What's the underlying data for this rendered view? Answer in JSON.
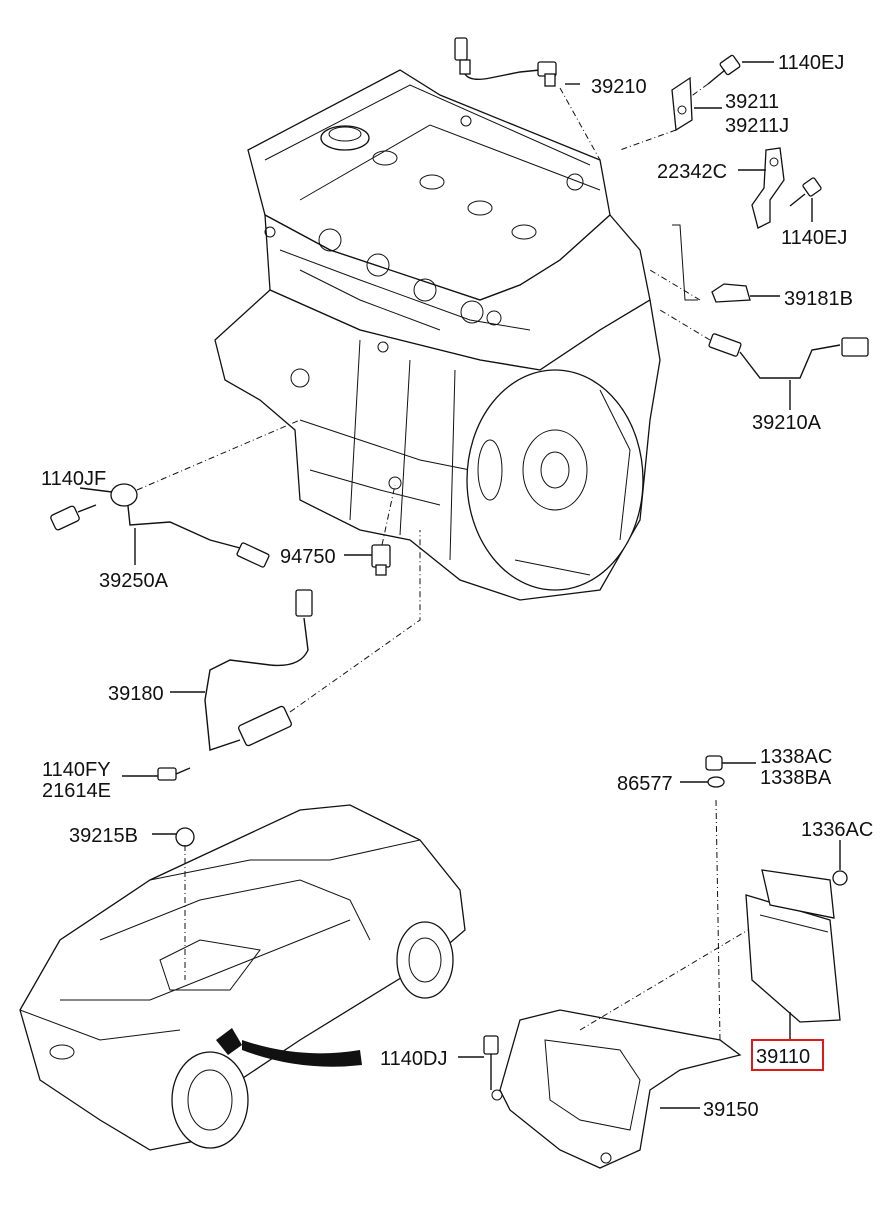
{
  "labels": {
    "p_39210": "39210",
    "p_1140EJ_top": "1140EJ",
    "p_39211": "39211",
    "p_39211J": "39211J",
    "p_22342C": "22342C",
    "p_1140EJ_mid": "1140EJ",
    "p_39181B": "39181B",
    "p_39210A": "39210A",
    "p_1140JF": "1140JF",
    "p_39250A": "39250A",
    "p_94750": "94750",
    "p_39180": "39180",
    "p_1140FY": "1140FY",
    "p_21614E": "21614E",
    "p_1338AC": "1338AC",
    "p_1338BA": "1338BA",
    "p_86577": "86577",
    "p_1336AC": "1336AC",
    "p_39215B": "39215B",
    "p_1140DJ": "1140DJ",
    "p_39110": "39110",
    "p_39150": "39150"
  },
  "colors": {
    "ink": "#111111",
    "highlight": "#e01818"
  },
  "highlighted_part": "39110"
}
